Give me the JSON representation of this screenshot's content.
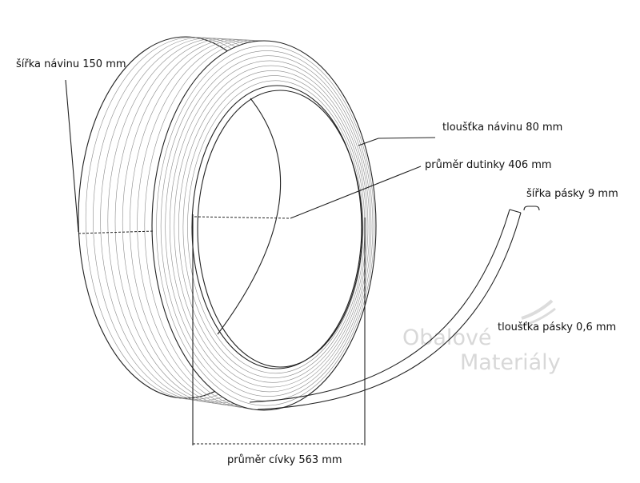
{
  "labels": {
    "coil_width": "šířka návinu 150 mm",
    "winding_thickness": "tloušťka návinu 80 mm",
    "core_diameter": "průměr dutinky 406 mm",
    "strap_width": "šířka pásky 9 mm",
    "strap_thickness": "tloušťka pásky 0,6 mm",
    "coil_diameter": "průměr cívky 563 mm"
  },
  "watermark": {
    "line1": "Obalové",
    "line2": "Materiály"
  },
  "colors": {
    "stroke": "#222222",
    "wraps": "#8a8a8a",
    "watermark": "#d8d8d8"
  }
}
